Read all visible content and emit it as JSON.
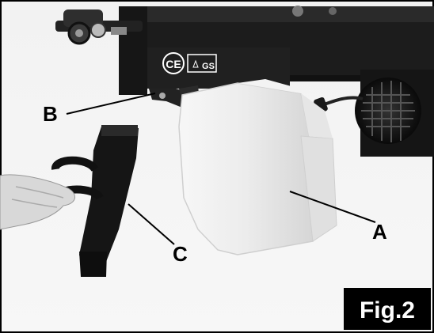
{
  "callouts": {
    "a": "A",
    "b": "B",
    "c": "C"
  },
  "figure_label": "Fig.2",
  "marks": {
    "ce": "CE",
    "gs": "GS"
  },
  "colors": {
    "background": "#ffffff",
    "machine": "#1c1c1c",
    "cover": "#e9e9e9",
    "leg": "#151515",
    "label_box": "#000000"
  }
}
